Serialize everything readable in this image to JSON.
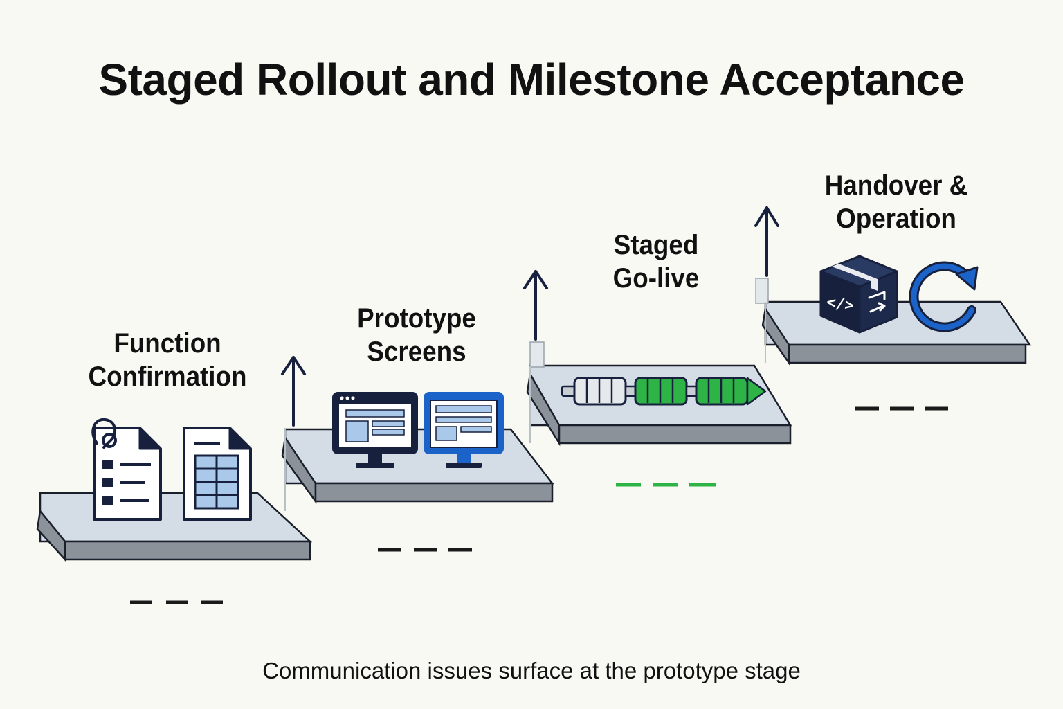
{
  "title": "Staged Rollout and Milestone Acceptance",
  "stages": [
    {
      "line1": "Function",
      "line2": "Confirmation",
      "icons": [
        "checklist-document-icon",
        "spreadsheet-document-icon"
      ]
    },
    {
      "line1": "Prototype",
      "line2": "Screens",
      "icons": [
        "browser-monitor-icon",
        "screen-monitor-icon"
      ]
    },
    {
      "line1": "Staged",
      "line2": "Go-live",
      "icons": [
        "progress-segments-icon"
      ]
    },
    {
      "line1": "Handover &",
      "line2": "Operation",
      "icons": [
        "code-package-icon",
        "refresh-cycle-icon"
      ]
    }
  ],
  "caption": "Communication issues surface at the prototype stage",
  "colors": {
    "platform_top": "#d4dde5",
    "platform_side": "#8b929a",
    "outline": "#1a1f2b",
    "navy": "#17213d",
    "blue": "#1c63c9",
    "green": "#2eb346",
    "dash_dark": "#1a1a1a",
    "dash_green": "#2eb346"
  }
}
